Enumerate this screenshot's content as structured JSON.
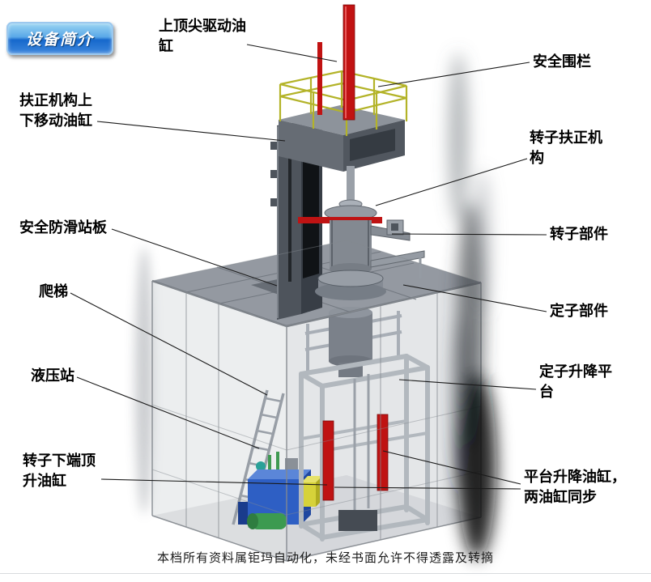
{
  "badge": {
    "label": "设备简介"
  },
  "labels": {
    "top_spindle_cylinder": "上顶尖驱动油缸",
    "safety_fence": "安全围栏",
    "centering_lift_cylinder": "扶正机构上下移动油缸",
    "rotor_centering_mechanism": "转子扶正机构",
    "anti_slip_platform": "安全防滑站板",
    "rotor_component": "转子部件",
    "ladder": "爬梯",
    "stator_component": "定子部件",
    "hydraulic_station": "液压站",
    "stator_lift_platform": "定子升降平台",
    "rotor_bottom_jack_cylinder": "转子下端顶升油缸",
    "platform_lift_cylinders": "平台升降油缸，两油缸同步"
  },
  "footer": {
    "text": "本档所有资料属钜玛自动化，未经书面允许不得透露及转摘"
  },
  "colors": {
    "cylinder_red": "#c11212",
    "railing_yellow": "#b3b328",
    "hydraulic_blue": "#2e5fc4",
    "structure_gray": "#8e949c",
    "badge_blue": "#1668cc"
  }
}
